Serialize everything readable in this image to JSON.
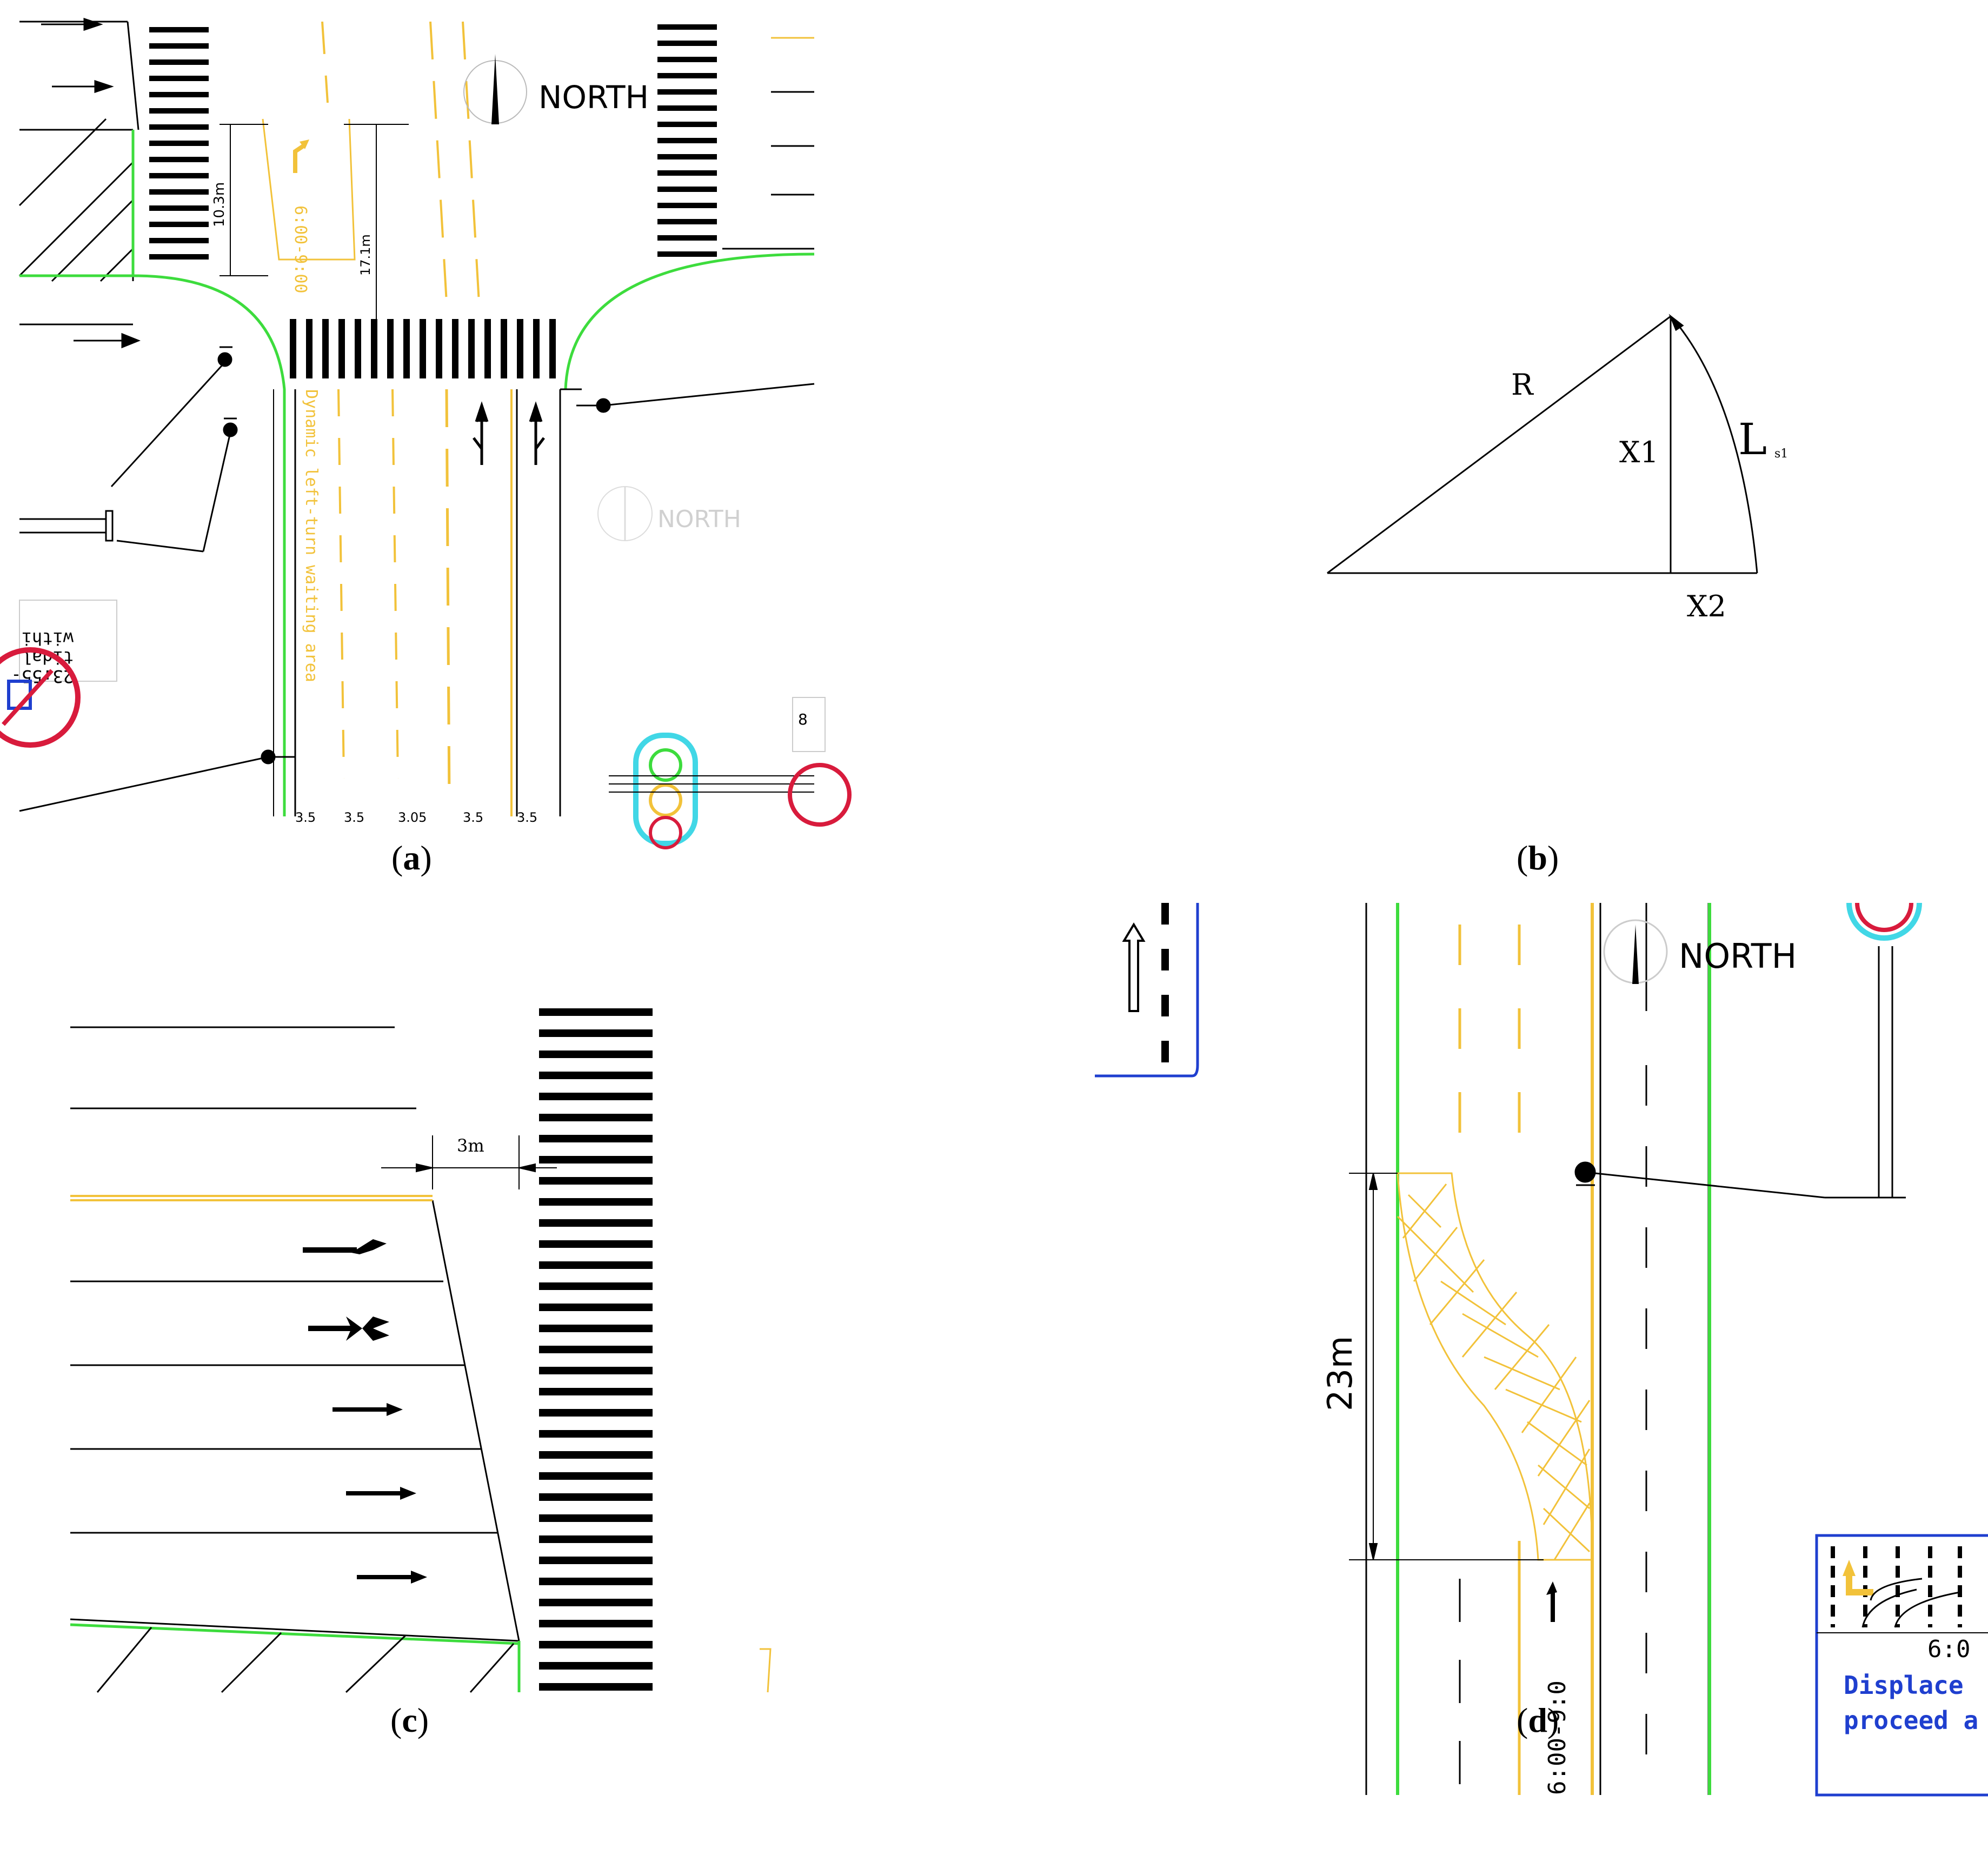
{
  "colors": {
    "road_line": "#000000",
    "curb_green": "#3ddc3d",
    "tidal_yellow": "#f2c23a",
    "sign_red": "#d81b3c",
    "sign_blue": "#1f3fcf",
    "signal_cyan": "#41d7e6",
    "text_blue": "#1f3fcf"
  },
  "captions": {
    "a": "(a)",
    "b": "(b)",
    "c": "(c)",
    "d": "(d)"
  },
  "panel_a": {
    "north_label": "NORTH",
    "faded_north_label": "NORTH",
    "dim_crosswalk": "10.3m",
    "dim_waiting": "17.1m",
    "time_window": "6:00-9:00",
    "waiting_area_label": "Dynamic left-turn waiting area",
    "sign_text": [
      "withi",
      "tidal",
      "23:55-"
    ],
    "lane_widths": [
      "3.5",
      "3.5",
      "3.05",
      "3.5",
      "3.5"
    ],
    "sign_number": "8",
    "icons": [
      "north-arrow-icon",
      "left-turn-arrow-icon",
      "straight-left-arrow-icon",
      "straight-right-arrow-icon",
      "traffic-signal-icon",
      "prohibition-sign-icon",
      "camera-icon"
    ]
  },
  "panel_b": {
    "label_R": "R",
    "label_X1": "X1",
    "label_X2": "X2",
    "label_L": "L",
    "label_L_sub": "s1"
  },
  "panel_c": {
    "dim_label": "3m",
    "icons": [
      "u-turn-arrow-icon",
      "left-right-fork-arrow-icon",
      "straight-arrow-icon"
    ]
  },
  "panel_d": {
    "north_label": "NORTH",
    "dim_label": "23m",
    "time_window": "6:00-9:0",
    "sign_time": "6:0",
    "sign_line1": "Displace",
    "sign_line2": "proceed a",
    "icons": [
      "north-arrow-icon",
      "hollow-up-arrow-icon",
      "left-turn-arrow-icon",
      "hatched-displacement-area",
      "sign-board-icon"
    ]
  }
}
